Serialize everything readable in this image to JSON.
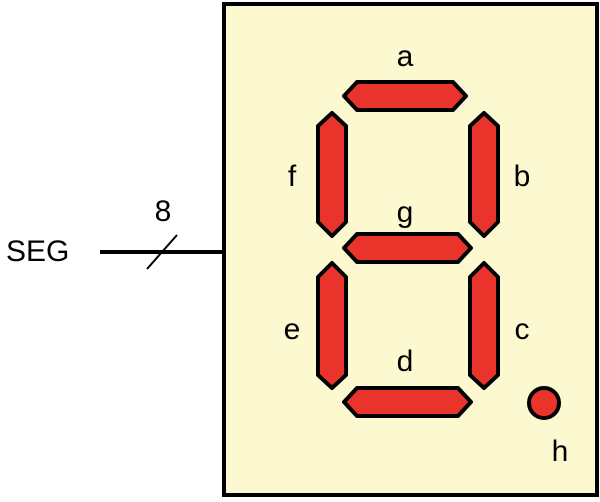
{
  "diagram": {
    "input": {
      "label": "SEG",
      "bus_width": "8"
    },
    "display": {
      "background_color": "#fcf8d0",
      "segment_color": "#e8342a",
      "outline_color": "#000000",
      "segments": {
        "a": "a",
        "b": "b",
        "c": "c",
        "d": "d",
        "e": "e",
        "f": "f",
        "g": "g",
        "h": "h"
      }
    }
  }
}
